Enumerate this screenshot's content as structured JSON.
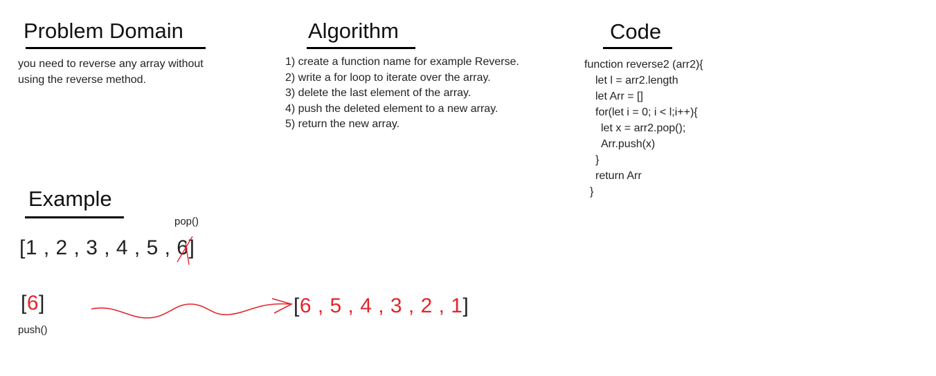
{
  "problem": {
    "heading": "Problem Domain",
    "lines": [
      "you need to reverse any array without",
      "using the reverse method."
    ]
  },
  "algorithm": {
    "heading": "Algorithm",
    "steps": [
      "1) create a function name for example Reverse.",
      "2) write a for loop to iterate over the array.",
      "3) delete the last element of the array.",
      "4) push  the deleted element to a new array.",
      "5) return the new array."
    ]
  },
  "code": {
    "heading": "Code",
    "lines": [
      "function reverse2 (arr2){",
      "let l = arr2.length",
      "let Arr = []",
      "for(let i = 0; i < l;i++){",
      "let x = arr2.pop();",
      "Arr.push(x)",
      "}",
      "return Arr",
      "}"
    ]
  },
  "example": {
    "heading": "Example",
    "pop_label": "pop()",
    "original_prefix": "[1 , 2 , 3 , 4 , 5 , ",
    "original_last": "6",
    "original_suffix": "]",
    "popped_open": "[",
    "popped_value": "6",
    "popped_close": "]",
    "push_label": "push()",
    "result_open": "[",
    "result_values": "6 , 5 , 4 , 3 , 2 , 1",
    "result_close": "]"
  },
  "colors": {
    "accent_red": "#e3242b",
    "text": "#222222",
    "underline": "#000000"
  }
}
